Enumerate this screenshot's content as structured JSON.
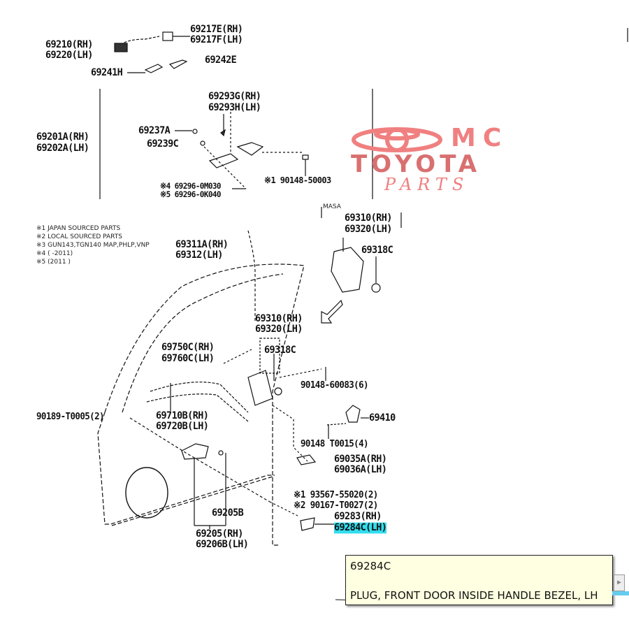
{
  "labels": {
    "l69217E": "69217E(RH)",
    "l69217F": "69217F(LH)",
    "l69210": "69210(RH)",
    "l69220": "69220(LH)",
    "l69241H": "69241H",
    "l69242E": "69242E",
    "l69293G": "69293G(RH)",
    "l69293H": "69293H(LH)",
    "l69201A": "69201A(RH)",
    "l69202A": "69202A(LH)",
    "l69237A": "69237A",
    "l69239C": "69239C",
    "l69296a": "※4 69296-0M030",
    "l69296b": "※5 69296-0K040",
    "l90148_50003": "※1 90148-50003",
    "masa": "MASA",
    "l69310a": "69310(RH)",
    "l69320a": "69320(LH)",
    "l69318Ca": "69318C",
    "l69311A": "69311A(RH)",
    "l69312": "69312(LH)",
    "l69310b": "69310(RH)",
    "l69320b": "69320(LH)",
    "l69750C": "69750C(RH)",
    "l69760C": "69760C(LH)",
    "l69318Cb": "69318C",
    "l90148_60083": "90148-60083(6)",
    "l90189": "90189-T0005(2)",
    "l69710B": "69710B(RH)",
    "l69720B": "69720B(LH)",
    "l69410": "69410",
    "l90148_T0015": "90148 T0015(4)",
    "l69035A": "69035A(RH)",
    "l69036A": "69036A(LH)",
    "l93567": "※1 93567-55020(2)",
    "l90167": "※2 90167-T0027(2)",
    "l69283": "69283(RH)",
    "l69284C": "69284C(LH)",
    "l69205B": "69205B",
    "l69205": "69205(RH)",
    "l69206B": "69206B(LH)"
  },
  "notes": [
    "※1 JAPAN SOURCED PARTS",
    "※2 LOCAL SOURCED PARTS",
    "※3 GUN143,TGN140 MAP,PHLP,VNP",
    "※4 (       -2011)",
    "※5 (2011       )"
  ],
  "logo": {
    "line1": "MC",
    "line2": "TOYOTA",
    "line3": "PARTS",
    "color": "#f08080"
  },
  "tooltip": {
    "code": "69284C",
    "description": "PLUG, FRONT DOOR INSIDE HANDLE BEZEL, LH"
  },
  "highlight_color": "#33ddee"
}
